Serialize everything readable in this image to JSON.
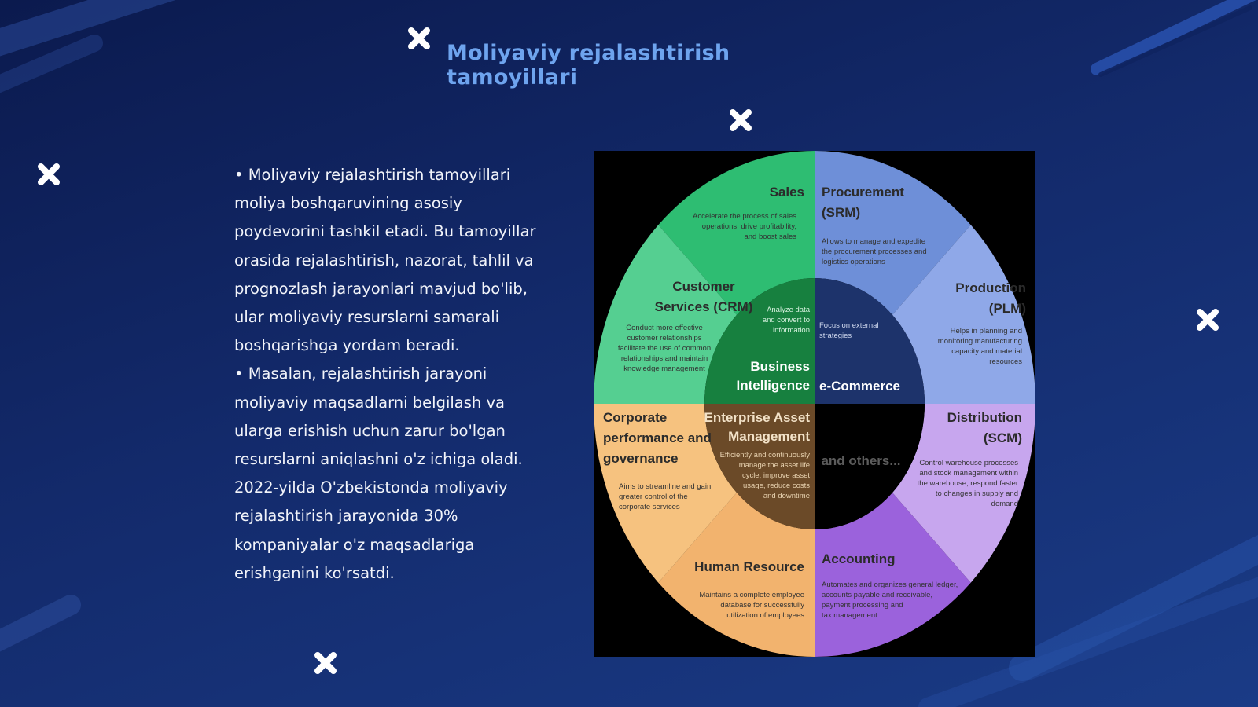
{
  "slide": {
    "title": "Moliyaviy rejalashtirish tamoyillari",
    "paragraphs": [
      "• Moliyaviy rejalashtirish tamoyillari moliya boshqaruvining asosiy poydevorini tashkil etadi. Bu tamoyillar orasida rejalashtirish, nazorat, tahlil va prognozlash jarayonlari mavjud bo'lib, ular moliyaviy resurslarni samarali boshqarishga yordam beradi.",
      "• Masalan, rejalashtirish jarayoni moliyaviy maqsadlarni belgilash va ularga erishish uchun zarur bo'lgan resurslarni aniqlashni o'z ichiga oladi. 2022-yilda O'zbekistonda moliyaviy rejalashtirish jarayonida 30% kompaniyalar o'z maqsadlariga erishganini ko'rsatdi."
    ]
  },
  "diagram": {
    "outer": [
      {
        "id": "sales",
        "lines": [
          "Sales"
        ],
        "desc": [
          "Accelerate the process of sales",
          "operations, drive profitability,",
          "and boost sales"
        ],
        "color": "#2ebd72"
      },
      {
        "id": "procurement",
        "lines": [
          "Procurement",
          "(SRM)"
        ],
        "desc": [
          "Allows to manage and expedite",
          "the procurement processes and",
          "logistics operations"
        ],
        "color": "#6e8fd8"
      },
      {
        "id": "production",
        "lines": [
          "Production",
          "(PLM)"
        ],
        "desc": [
          "Helps in planning and",
          "monitoring manufacturing",
          "capacity and material",
          "resources"
        ],
        "color": "#8fa8e8"
      },
      {
        "id": "distribution",
        "lines": [
          "Distribution",
          "(SCM)"
        ],
        "desc": [
          "Control warehouse processes",
          "and stock management within",
          "the warehouse; respond faster",
          "to changes in supply and",
          "demand"
        ],
        "color": "#c7a6ee"
      },
      {
        "id": "accounting",
        "lines": [
          "Accounting"
        ],
        "desc": [
          "Automates and organizes general ledger,",
          "accounts payable and receivable,",
          "payment processing and",
          "tax management"
        ],
        "color": "#9b62dc"
      },
      {
        "id": "hr",
        "lines": [
          "Human Resource"
        ],
        "desc": [
          "Maintains a complete employee",
          "database for successfully",
          "utilization of employees"
        ],
        "color": "#f2b36e"
      },
      {
        "id": "corporate",
        "lines": [
          "Corporate",
          "performance and",
          "governance"
        ],
        "desc": [
          "Aims to streamline and gain",
          "greater control of the",
          "corporate services"
        ],
        "color": "#f6c27f"
      },
      {
        "id": "crm",
        "lines": [
          "Customer",
          "Services (CRM)"
        ],
        "desc": [
          "Conduct more effective",
          "customer relationships",
          "facilitate the use of common",
          "relationships and maintain",
          "knowledge management"
        ],
        "color": "#55cf91"
      }
    ],
    "inner": [
      {
        "id": "bi",
        "lines": [
          "Business",
          "Intelligence"
        ],
        "desc": [
          "Analyze data",
          "and convert to",
          "information"
        ],
        "color": "#17803f"
      },
      {
        "id": "ecommerce",
        "lines": [
          "e-Commerce"
        ],
        "desc": [
          "Focus on external",
          "strategies"
        ],
        "color": "#1d336b"
      },
      {
        "id": "eam",
        "lines": [
          "Enterprise Asset",
          "Management"
        ],
        "desc": [
          "Efficiently and continuously",
          "manage the asset life",
          "cycle; improve asset",
          "usage, reduce costs",
          "and downtime"
        ],
        "color": "#6b4a28"
      },
      {
        "id": "other",
        "lines": [
          "and others..."
        ],
        "desc": [],
        "color": "#000000"
      }
    ]
  }
}
